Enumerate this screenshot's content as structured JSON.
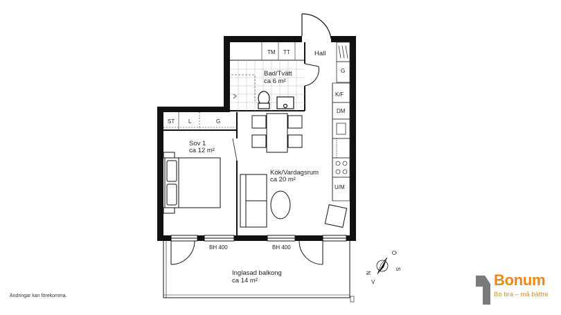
{
  "rooms": {
    "hall": "Hall",
    "bath_name": "Bad/Tvätt",
    "bath_area": "ca 6 m²",
    "bed_name": "Sov 1",
    "bed_area": "ca 12 m²",
    "living_name": "Kök/Vardagsrum",
    "living_area": "ca 20 m²",
    "balcony_name": "Inglasad balkong",
    "balcony_area": "ca 14 m²"
  },
  "fixtures": {
    "tm": "TM",
    "tt": "TT",
    "g_hall": "G",
    "kf": "K/F",
    "dm": "DM",
    "um": "U/M",
    "st": "ST",
    "l": "L",
    "g_bed": "G"
  },
  "windows": {
    "bh_left": "BH 400",
    "bh_right": "BH 400"
  },
  "compass": {
    "n": "N",
    "v": "V",
    "o": "Ö",
    "s": "S"
  },
  "note": "Ändringar kan förekomma.",
  "brand": {
    "name": "Bonum",
    "tagline": "Bo bra – må bättre",
    "color": "#e8891a",
    "logo_color": "#7a7a7a"
  }
}
